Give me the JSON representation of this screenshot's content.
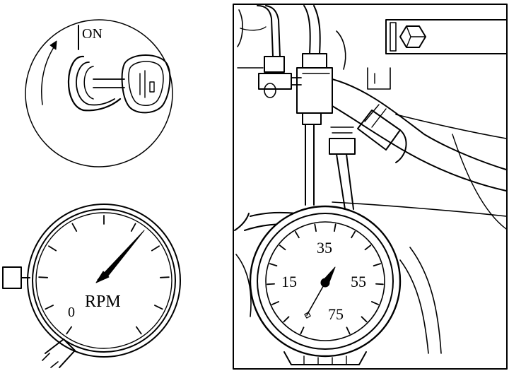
{
  "ignition_switch": {
    "position_label": "ON"
  },
  "tachometer": {
    "unit_label": "RPM",
    "scale_label_zero": "0"
  },
  "pressure_gauge": {
    "scale_labels": [
      "35",
      "15",
      "55",
      "75"
    ]
  }
}
